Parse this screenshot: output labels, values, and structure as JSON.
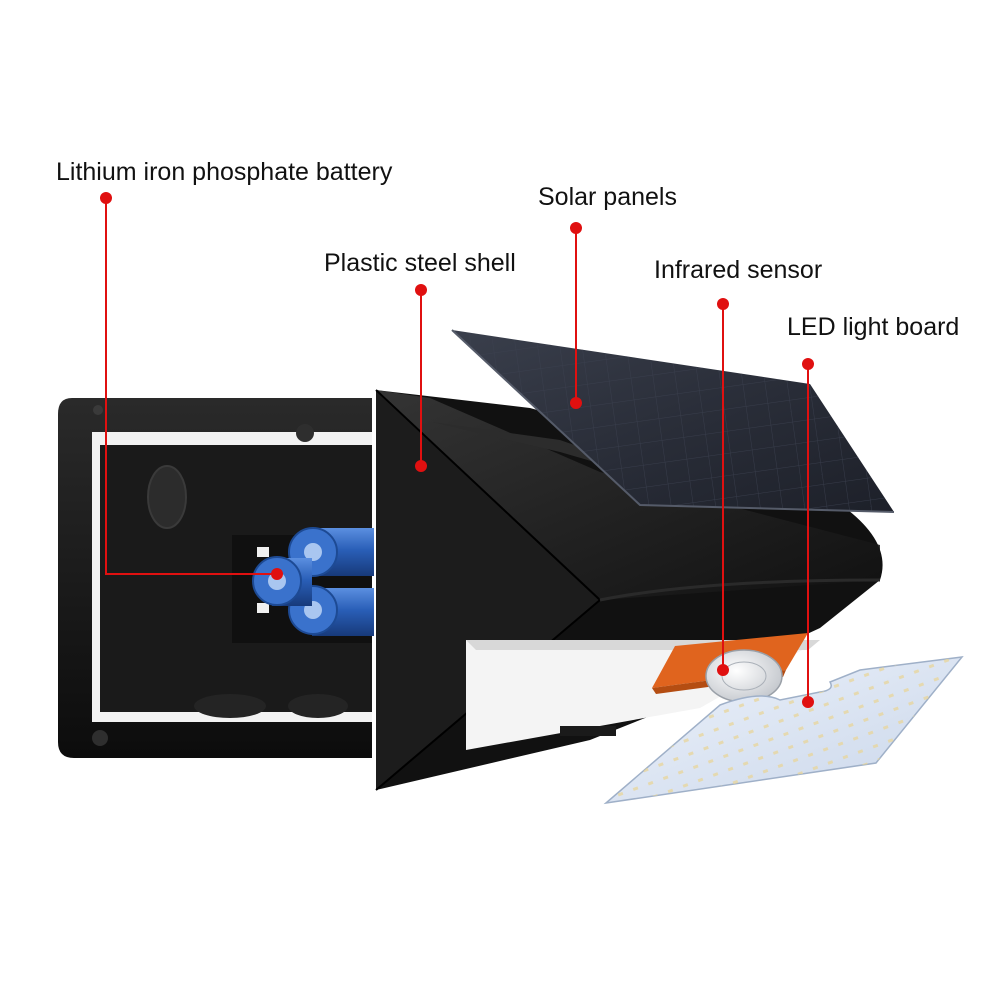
{
  "diagram": {
    "callouts": [
      {
        "id": "battery",
        "label": "Lithium iron phosphate battery"
      },
      {
        "id": "solar",
        "label": "Solar panels"
      },
      {
        "id": "shell",
        "label": "Plastic steel shell"
      },
      {
        "id": "infrared",
        "label": "Infrared sensor"
      },
      {
        "id": "led",
        "label": "LED light board"
      }
    ],
    "colors": {
      "callout_line": "#e01010",
      "housing": "#141414",
      "solar_panel": "#2b2f3a",
      "battery": "#2a5fb8",
      "sensor_board": "#e0641e",
      "led_board": "#dfe8f5"
    }
  }
}
